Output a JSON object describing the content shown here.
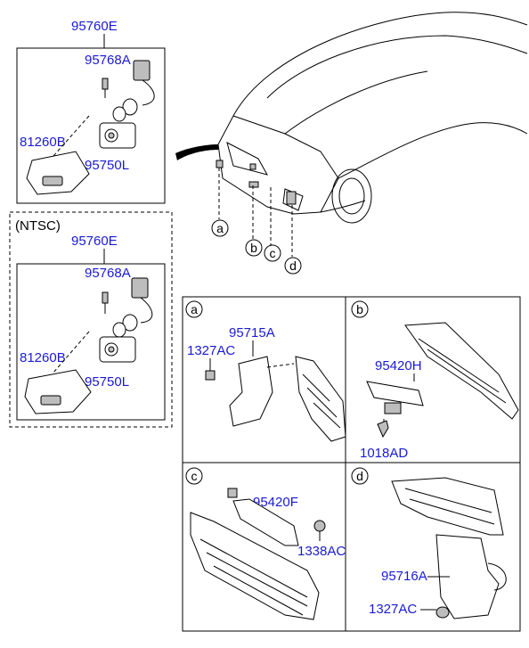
{
  "blocks": {
    "top_left": {
      "header": "95760E",
      "labels": [
        "95768A",
        "81260B",
        "95750L"
      ]
    },
    "ntsc": {
      "title": "(NTSC)",
      "header": "95760E",
      "labels": [
        "95768A",
        "81260B",
        "95750L"
      ]
    },
    "a": {
      "letter": "a",
      "labels": [
        "95715A",
        "1327AC"
      ]
    },
    "b": {
      "letter": "b",
      "labels": [
        "95420H",
        "1018AD"
      ]
    },
    "c": {
      "letter": "c",
      "labels": [
        "95420F",
        "1338AC"
      ]
    },
    "d": {
      "letter": "d",
      "labels": [
        "95716A",
        "1327AC"
      ]
    }
  },
  "car_callouts": [
    "a",
    "b",
    "c",
    "d"
  ],
  "colors": {
    "part_label": "#1a1ad6",
    "line": "#000000",
    "part_fill": "#bdbdbd"
  }
}
